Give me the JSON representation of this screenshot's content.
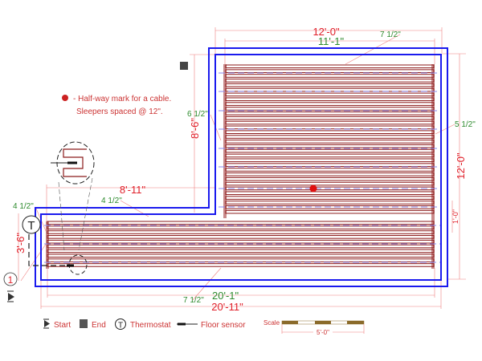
{
  "notes": {
    "halfway": "- Half-way mark for a cable.",
    "sleepers": "Sleepers spaced @ 12\"."
  },
  "dimensions": {
    "top_outer": "12'-0\"",
    "top_inner": "11'-1\"",
    "top_offset": "7 1/2\"",
    "upper_left_height": "8'-6\"",
    "upper_left_offset": "6 1/2\"",
    "right_offset": "5 1/2\"",
    "right_height": "12'-0\"",
    "right_step": "1'-0\"",
    "lower_width": "8'-11\"",
    "left_offset": "4 1/2\"",
    "lower_top_offset": "4 1/2\"",
    "lower_left_height": "3'-6\"",
    "bottom_inner": "20'-1\"",
    "bottom_outer": "20'-11\"",
    "bottom_offset": "7 1/2\""
  },
  "markers": {
    "thermostat": "T",
    "circuit": "1"
  },
  "legend": {
    "start": "Start",
    "end": "End",
    "thermostat_symbol": "T",
    "thermostat": "Thermostat",
    "floor_sensor": "Floor sensor"
  },
  "scale": {
    "label": "Scale",
    "length": "5'-0\""
  },
  "colors": {
    "wall": "#1a1aee",
    "cable": "#8b1a1a",
    "sleeper": "#8a8aee",
    "dimension": "#f08080",
    "halfway": "#e01010"
  }
}
